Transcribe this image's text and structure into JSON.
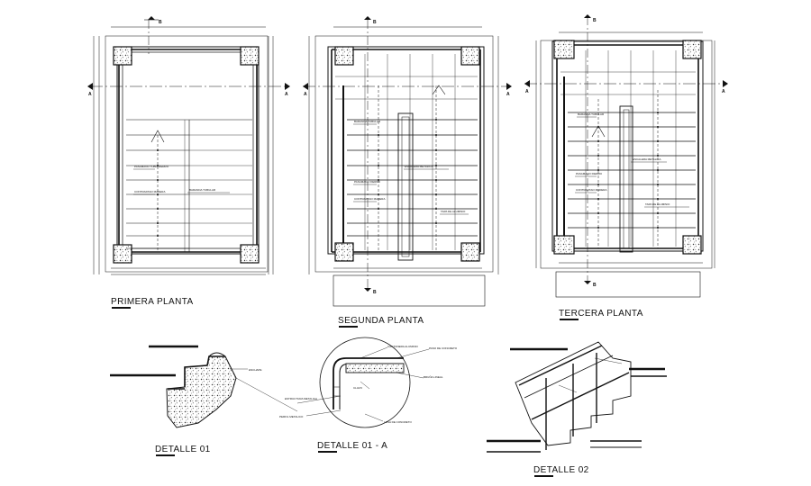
{
  "drawing": {
    "plans": [
      {
        "id": "primera",
        "title": "PRIMERA PLANTA",
        "section_marks": [
          "B",
          "A",
          "A"
        ]
      },
      {
        "id": "segunda",
        "title": "SEGUNDA PLANTA",
        "section_marks": [
          "B",
          "A",
          "A",
          "B"
        ]
      },
      {
        "id": "tercera",
        "title": "TERCERA PLANTA",
        "section_marks": [
          "B",
          "A",
          "A",
          "B"
        ]
      }
    ],
    "details": [
      {
        "id": "detalle-01",
        "title": "DETALLE 01"
      },
      {
        "id": "detalle-01a",
        "title": "DETALLE 01 - A"
      },
      {
        "id": "detalle-02",
        "title": "DETALLE 02"
      }
    ],
    "colors": {
      "ink": "#111111",
      "hatch": "#444444",
      "background": "#ffffff"
    }
  }
}
